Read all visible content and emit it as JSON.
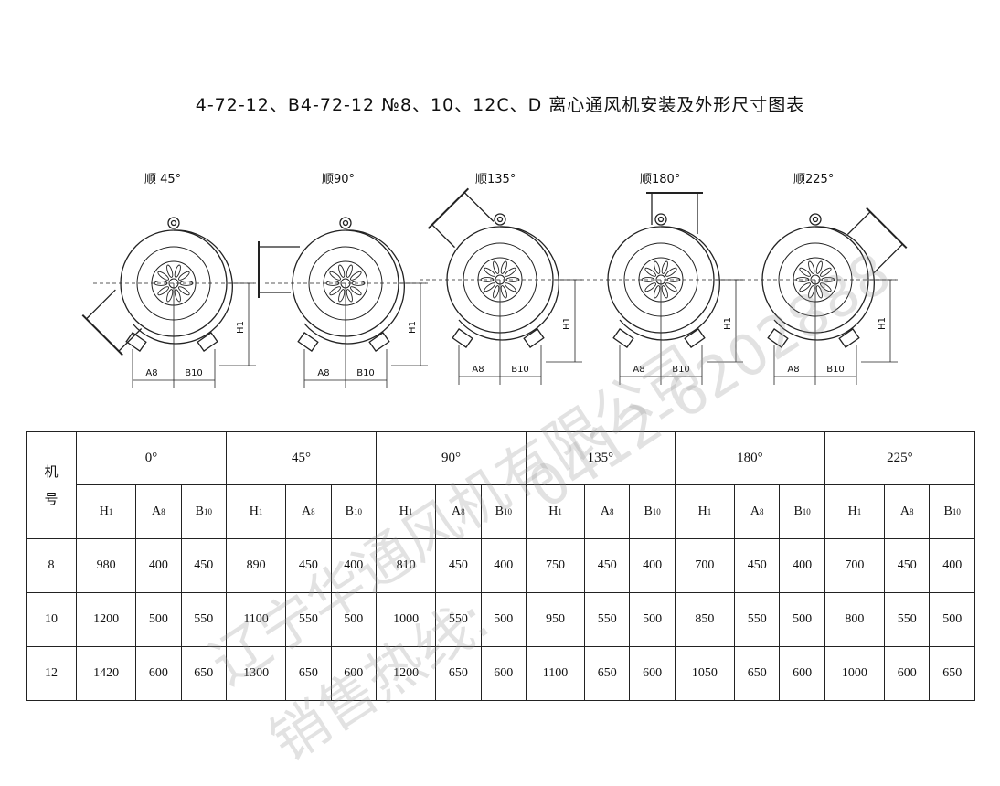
{
  "title": "4-72-12、B4-72-12 №8、10、12C、D 离心通风机安装及外形尺寸图表",
  "diagrams": [
    {
      "label": "顺 45°"
    },
    {
      "label": "顺90°"
    },
    {
      "label": "顺135°"
    },
    {
      "label": "顺180°"
    },
    {
      "label": "顺225°"
    }
  ],
  "dim_labels": {
    "a": "A8",
    "b": "B10",
    "h": "H1"
  },
  "table": {
    "machine_header_line1": "机",
    "machine_header_line2": "号",
    "angles": [
      "0°",
      "45°",
      "90°",
      "135°",
      "180°",
      "225°"
    ],
    "sub_headers": [
      {
        "main": "H",
        "sub": "1"
      },
      {
        "main": "A",
        "sub": "8"
      },
      {
        "main": "B",
        "sub": "10"
      }
    ],
    "rows": [
      {
        "machine": "8",
        "values": [
          "980",
          "400",
          "450",
          "890",
          "450",
          "400",
          "810",
          "450",
          "400",
          "750",
          "450",
          "400",
          "700",
          "450",
          "400",
          "700",
          "450",
          "400"
        ]
      },
      {
        "machine": "10",
        "values": [
          "1200",
          "500",
          "550",
          "1100",
          "550",
          "500",
          "1000",
          "550",
          "500",
          "950",
          "550",
          "500",
          "850",
          "550",
          "500",
          "800",
          "550",
          "500"
        ]
      },
      {
        "machine": "12",
        "values": [
          "1420",
          "600",
          "650",
          "1300",
          "650",
          "600",
          "1200",
          "650",
          "600",
          "1100",
          "650",
          "600",
          "1050",
          "650",
          "600",
          "1000",
          "600",
          "650"
        ]
      }
    ]
  },
  "watermark": {
    "company": "辽宁华通风机有限公司",
    "hotline": "销售热线:",
    "phone": "0412-6202888"
  }
}
